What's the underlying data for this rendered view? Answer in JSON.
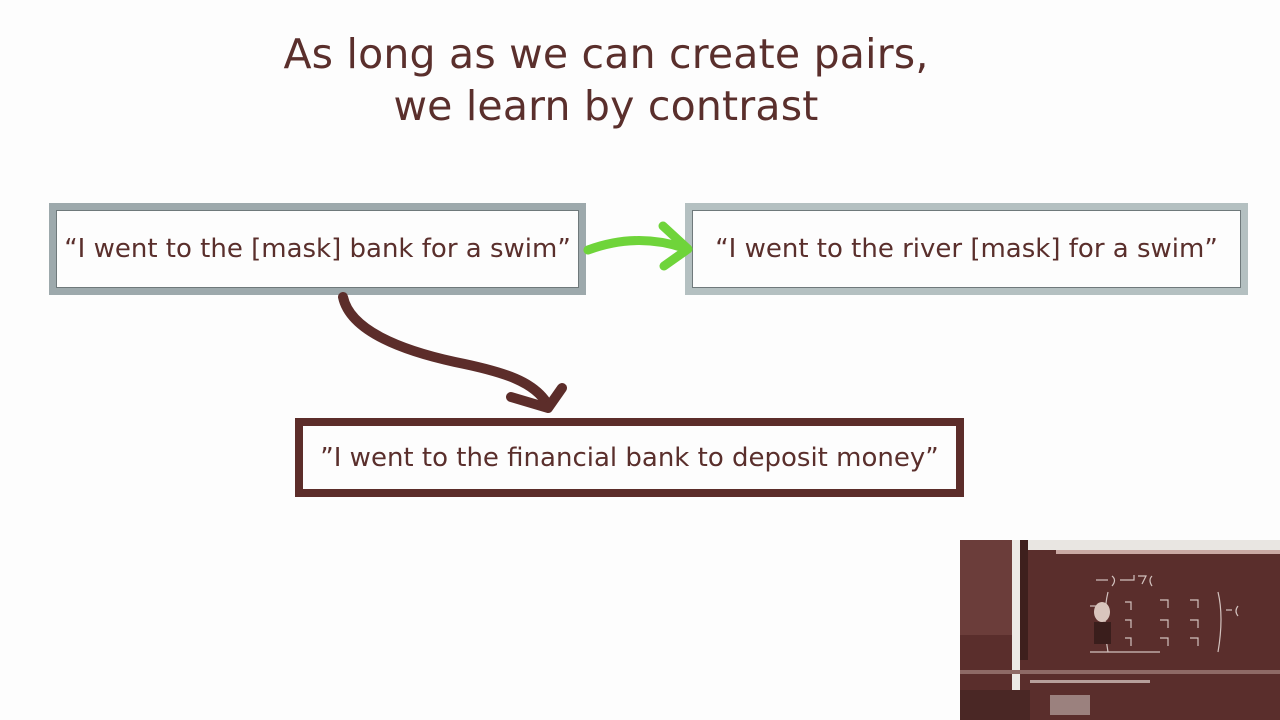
{
  "title": {
    "line1": "As long as we can create pairs,",
    "line2": "we learn by contrast"
  },
  "boxes": {
    "anchor": "“I went to the [mask] bank for a swim”",
    "positive": "“I went to the river [mask] for a swim”",
    "negative": "”I went to the financial bank to deposit money”"
  },
  "colors": {
    "text": "#5a2f2c",
    "positive_arrow": "#6fd43a",
    "negative_arrow": "#5c2d2a",
    "anchor_border": "#9da9ac",
    "positive_border": "#b4c0c1",
    "negative_border": "#5c2d2a"
  },
  "webcam": {
    "description_icon": "lecture-video-thumbnail"
  }
}
